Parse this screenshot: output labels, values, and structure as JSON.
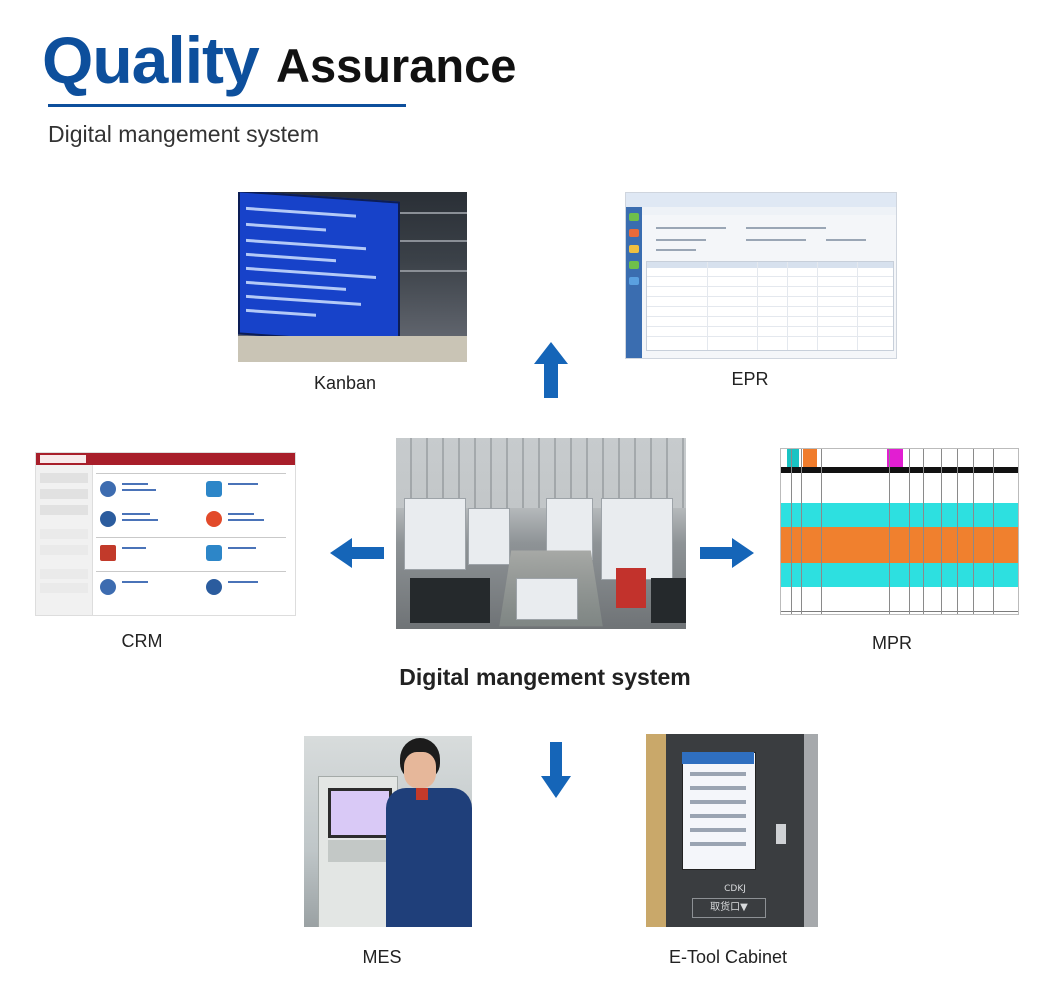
{
  "header": {
    "title_part1": "Quality",
    "title_part2": "Assurance",
    "subtitle": "Digital mangement system"
  },
  "center_caption": "Digital mangement system",
  "modules": {
    "kanban": "Kanban",
    "epr": "EPR",
    "crm": "CRM",
    "mpr": "MPR",
    "mes": "MES",
    "etool": "E-Tool Cabinet"
  },
  "colors": {
    "brand_blue": "#0d4f9c",
    "arrow_blue": "#1565b8"
  },
  "icons": {
    "arrow_up": "arrow-up-icon",
    "arrow_left": "arrow-left-icon",
    "arrow_right": "arrow-right-icon",
    "arrow_down": "arrow-down-icon"
  },
  "etool_sign": {
    "brand": "CDKJ",
    "slot": "取货口▼"
  }
}
